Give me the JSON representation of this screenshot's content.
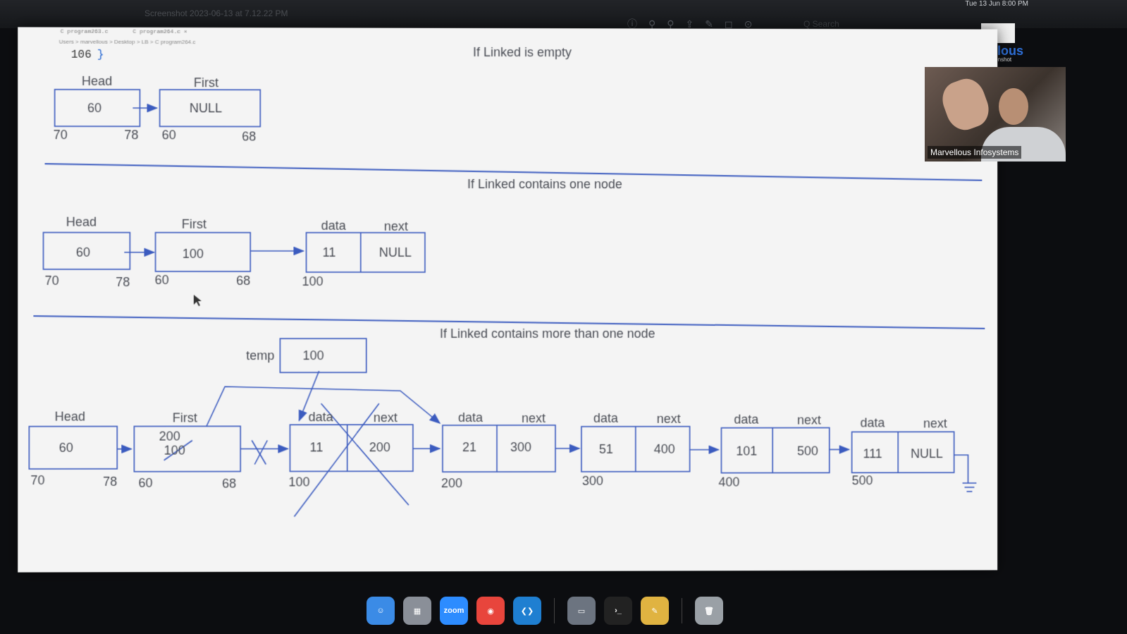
{
  "window": {
    "title": "Screenshot 2023-06-13 at 7.12.22 PM",
    "clock": "Tue 13 Jun  8:00 PM",
    "search_hint": "Q Search"
  },
  "editor": {
    "tabs": [
      "C program263.c",
      "C program264.c ×"
    ],
    "breadcrumb": "Users > marvellous > Desktop > LB > C program264.c",
    "line_number": "106",
    "line_code": "}"
  },
  "webcam": {
    "name": "Marvellous Infosystems"
  },
  "watermark": {
    "brand": "vellous",
    "sub": "screenshot"
  },
  "sections": {
    "empty": {
      "title": "If Linked is empty"
    },
    "one": {
      "title": "If Linked contains one node"
    },
    "more": {
      "title": "If Linked contains more than one node"
    }
  },
  "labels": {
    "head": "Head",
    "first": "First",
    "data": "data",
    "next": "next",
    "temp": "temp"
  },
  "empty": {
    "head_value": "60",
    "head_addr_start": "70",
    "head_addr_end": "78",
    "first_value": "NULL",
    "first_addr_start": "60",
    "first_addr_end": "68"
  },
  "one": {
    "head_value": "60",
    "head_addr_start": "70",
    "head_addr_end": "78",
    "first_value": "100",
    "first_addr_start": "60",
    "first_addr_end": "68",
    "node_data": "11",
    "node_next": "NULL",
    "node_addr": "100"
  },
  "more": {
    "temp_value": "100",
    "head_value": "60",
    "head_addr_start": "70",
    "head_addr_end": "78",
    "first_new": "200",
    "first_old": "100",
    "first_addr_start": "60",
    "first_addr_end": "68",
    "nodes": [
      {
        "data": "11",
        "next": "200",
        "addr": "100"
      },
      {
        "data": "21",
        "next": "300",
        "addr": "200"
      },
      {
        "data": "51",
        "next": "400",
        "addr": "300"
      },
      {
        "data": "101",
        "next": "500",
        "addr": "400"
      },
      {
        "data": "111",
        "next": "NULL",
        "addr": "500"
      }
    ]
  },
  "dock": {
    "apps": [
      {
        "name": "finder",
        "color": "#3b8be6",
        "glyph": "☺"
      },
      {
        "name": "launchpad",
        "color": "#8a8f98",
        "glyph": "▦"
      },
      {
        "name": "zoom",
        "color": "#2d8cff",
        "glyph": "zoom"
      },
      {
        "name": "chrome",
        "color": "#e8453c",
        "glyph": "◉"
      },
      {
        "name": "vscode",
        "color": "#1f7fd1",
        "glyph": "❮❯"
      },
      {
        "name": "preview",
        "color": "#6c7480",
        "glyph": "▭"
      },
      {
        "name": "terminal",
        "color": "#222222",
        "glyph": "›_"
      },
      {
        "name": "pencil",
        "color": "#e0b341",
        "glyph": "✎"
      },
      {
        "name": "trash",
        "color": "#9aa0a6",
        "glyph": "🗑"
      }
    ]
  }
}
